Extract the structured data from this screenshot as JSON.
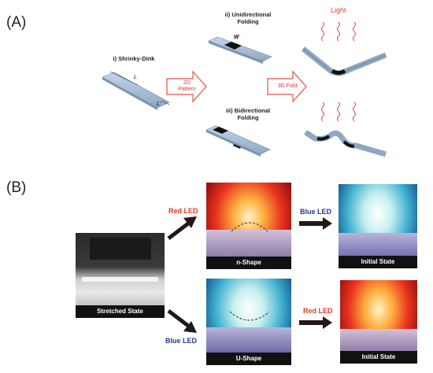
{
  "panel_a": {
    "label": "(A)",
    "step1": "i) Shrinky-Dink",
    "dim_L": "L",
    "dim_Lp": "L'",
    "arrow1": [
      "2D",
      "Pattern"
    ],
    "step2": [
      "ii) Unidirectional",
      "Folding"
    ],
    "dim_W": "W",
    "step3": [
      "iii) Bidirectional",
      "Folding"
    ],
    "arrow2": "3D Fold",
    "light": "Light"
  },
  "panel_b": {
    "label": "(B)",
    "stretched": "Stretched State",
    "red_led_1": "Red LED",
    "blue_led_1": "Blue LED",
    "n_shape": "n-Shape",
    "u_shape": "U-Shape",
    "blue_led_2": "Blue LED",
    "red_led_2": "Red LED",
    "initial_1": "Initial State",
    "initial_2": "Initial State"
  },
  "colors": {
    "strip": "#a8c0d8",
    "black_patch": "#111111",
    "red_accent": "#e23a2c",
    "blue_accent": "#1f3a93",
    "arrow_dark": "#231815"
  }
}
